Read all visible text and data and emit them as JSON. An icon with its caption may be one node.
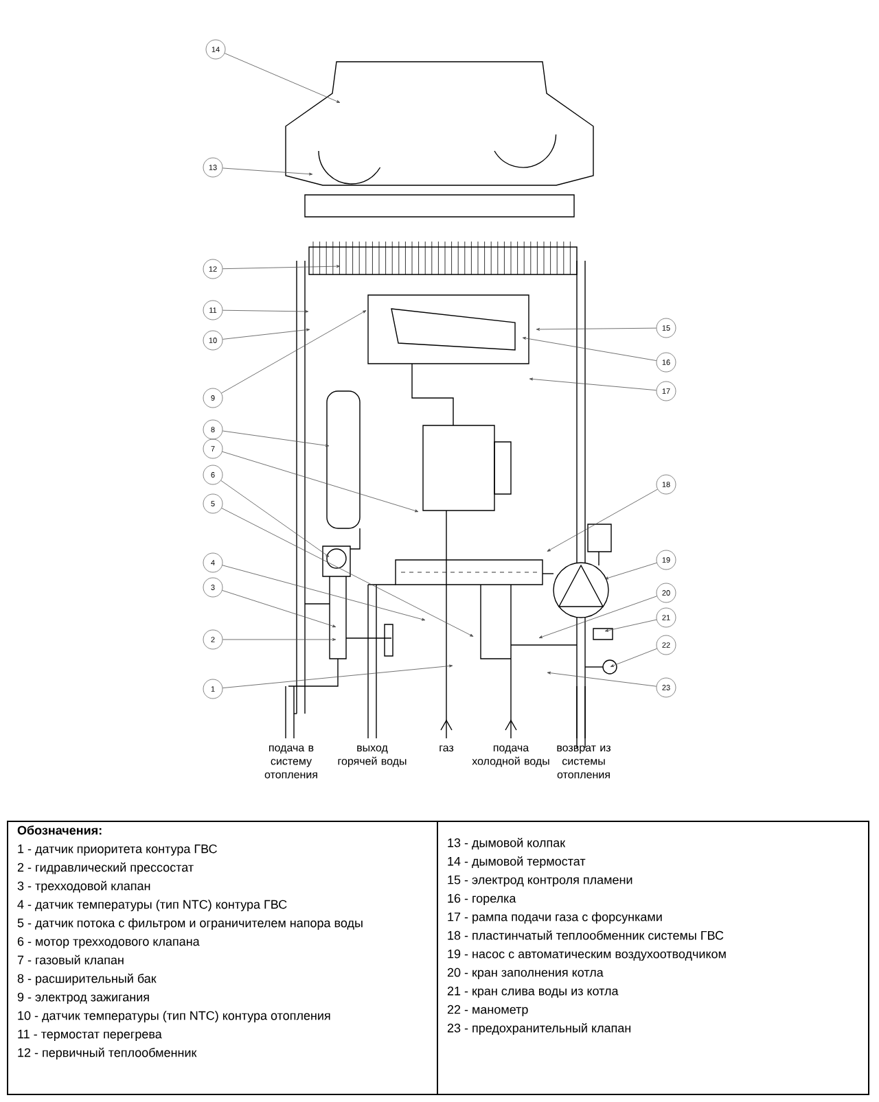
{
  "diagram": {
    "nodes": [
      {
        "text": [
          "1"
        ]
      },
      {
        "text": [
          "2"
        ]
      },
      {
        "text": [
          "3"
        ]
      },
      {
        "text": [
          "4"
        ]
      },
      {
        "text": [
          "5"
        ]
      },
      {
        "text": [
          "6"
        ]
      },
      {
        "text": [
          "7"
        ]
      },
      {
        "text": [
          "8"
        ]
      },
      {
        "text": [
          "9"
        ]
      },
      {
        "text": [
          "10"
        ]
      },
      {
        "text": [
          "11"
        ]
      },
      {
        "text": [
          "12"
        ]
      },
      {
        "text": [
          "13"
        ]
      },
      {
        "text": [
          "14"
        ]
      },
      {
        "text": [
          "15"
        ]
      },
      {
        "text": [
          "16"
        ]
      },
      {
        "text": [
          "17"
        ]
      },
      {
        "text": [
          "18"
        ]
      },
      {
        "text": [
          "19"
        ]
      },
      {
        "text": [
          "20"
        ]
      },
      {
        "text": [
          "21"
        ]
      },
      {
        "text": [
          "22"
        ]
      },
      {
        "text": [
          "23"
        ]
      },
      {
        "text": [
          "Обозначения:",
          "1 - датчик приоритета контура ГВС",
          "2 - гидравлический прессостат",
          "3 - трехходовой клапан",
          "4 - датчик температуры (тип NTC) контура ГВС",
          "5 - датчик потока с фильтром и ограничителем напора воды",
          "6 - мотор трехходового клапана",
          "7 - газовый клапан",
          "8 - расширительный бак",
          "9 - электрод зажигания",
          "10 - датчик температуры (тип NTC) контура отопления",
          "11 - термостат перегрева",
          "12 - первичный теплообменник"
        ]
      },
      {
        "text": [
          "13 - дымовой колпак",
          "14 - дымовой термостат",
          "15 - электрод контроля пламени",
          "16 - горелка",
          "17 - рампа подачи газа с форсунками",
          "18 - пластинчатый теплообменник системы ГВС",
          "19 - насос с автоматическим воздухоотводчиком",
          "20 - кран заполнения котла",
          "21 - кран слива воды из котла",
          "22 - манометр",
          "23 - предохранительный клапан"
        ]
      }
    ],
    "edges": [
      {
        "from": 0,
        "to": null,
        "arrow": "to"
      },
      {
        "from": 1,
        "to": null,
        "arrow": "to"
      },
      {
        "from": 2,
        "to": null,
        "arrow": "to"
      },
      {
        "from": 3,
        "to": null,
        "arrow": "to"
      },
      {
        "from": 4,
        "to": null,
        "arrow": "to"
      },
      {
        "from": 5,
        "to": null,
        "arrow": "to"
      },
      {
        "from": 6,
        "to": null,
        "arrow": "to"
      },
      {
        "from": 7,
        "to": null,
        "arrow": "to"
      },
      {
        "from": 8,
        "to": null,
        "arrow": "to"
      },
      {
        "from": 9,
        "to": null,
        "arrow": "to"
      },
      {
        "from": 10,
        "to": null,
        "arrow": "to"
      },
      {
        "from": 11,
        "to": null,
        "arrow": "to"
      },
      {
        "from": 12,
        "to": null,
        "arrow": "to"
      },
      {
        "from": 13,
        "to": null,
        "arrow": "to"
      },
      {
        "from": 14,
        "to": null,
        "arrow": "to"
      },
      {
        "from": 15,
        "to": null,
        "arrow": "to"
      },
      {
        "from": 16,
        "to": null,
        "arrow": "to"
      },
      {
        "from": 17,
        "to": null,
        "arrow": "to"
      },
      {
        "from": 18,
        "to": null,
        "arrow": "to"
      },
      {
        "from": 19,
        "to": null,
        "arrow": "to"
      },
      {
        "from": 20,
        "to": null,
        "arrow": "to"
      },
      {
        "from": 21,
        "to": null,
        "arrow": "to"
      },
      {
        "from": 22,
        "to": null,
        "arrow": "to"
      }
    ],
    "labels": [
      "подача в систему отопления",
      "выход горячей воды",
      "газ",
      "подача холодной воды",
      "возврат из системы отопления"
    ]
  }
}
